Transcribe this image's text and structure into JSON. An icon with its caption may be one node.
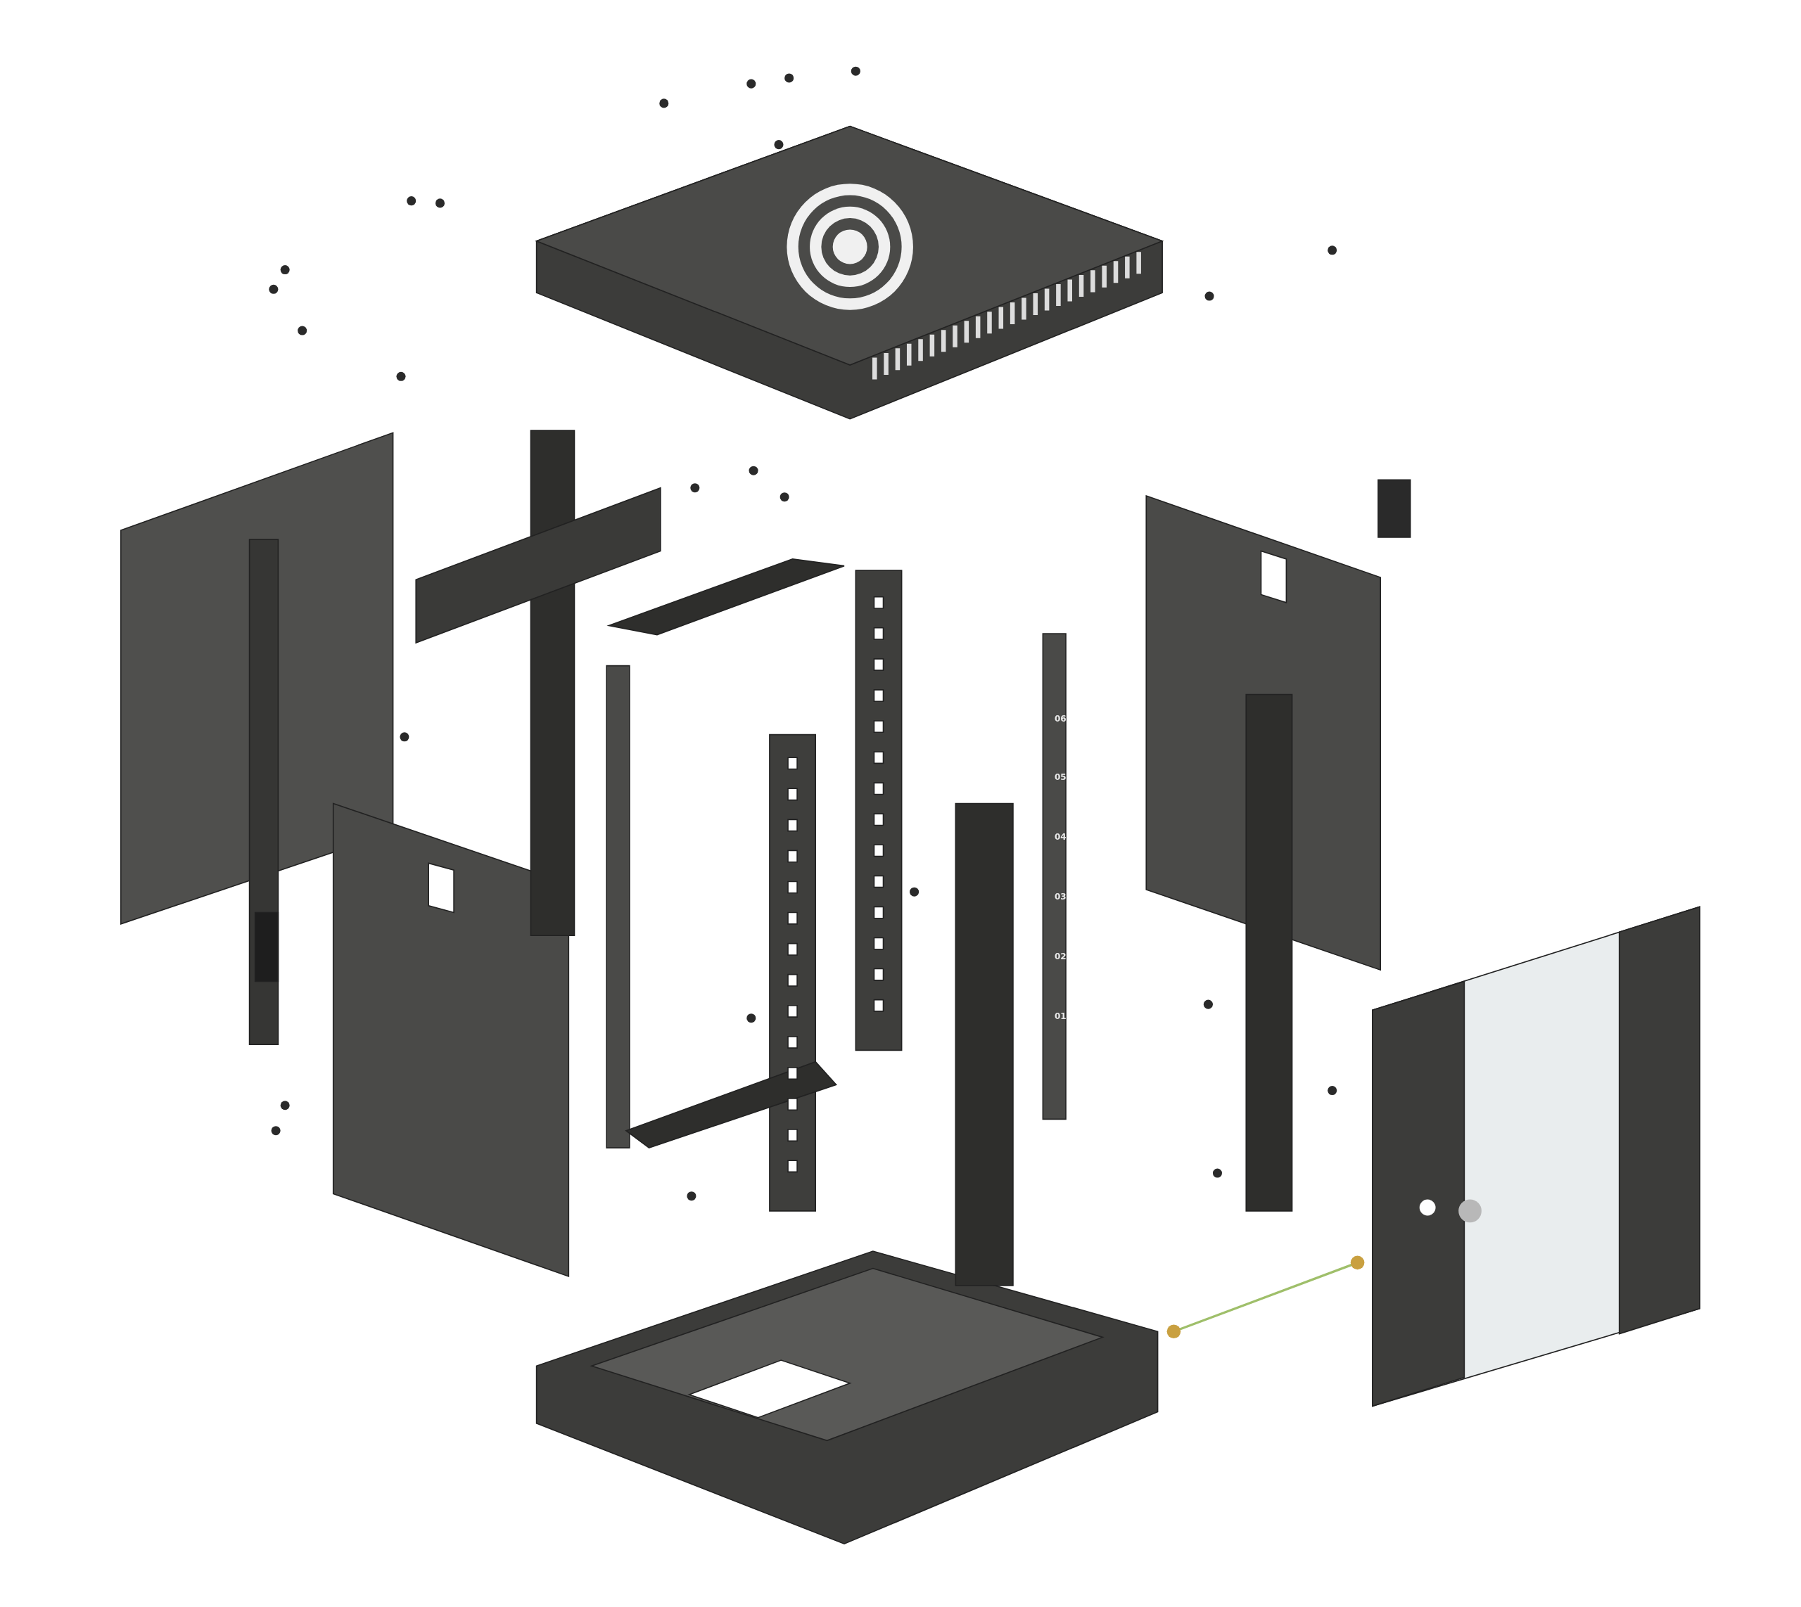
{
  "diagram": {
    "labels": [
      "06",
      "05",
      "04",
      "03",
      "02",
      "01"
    ]
  }
}
